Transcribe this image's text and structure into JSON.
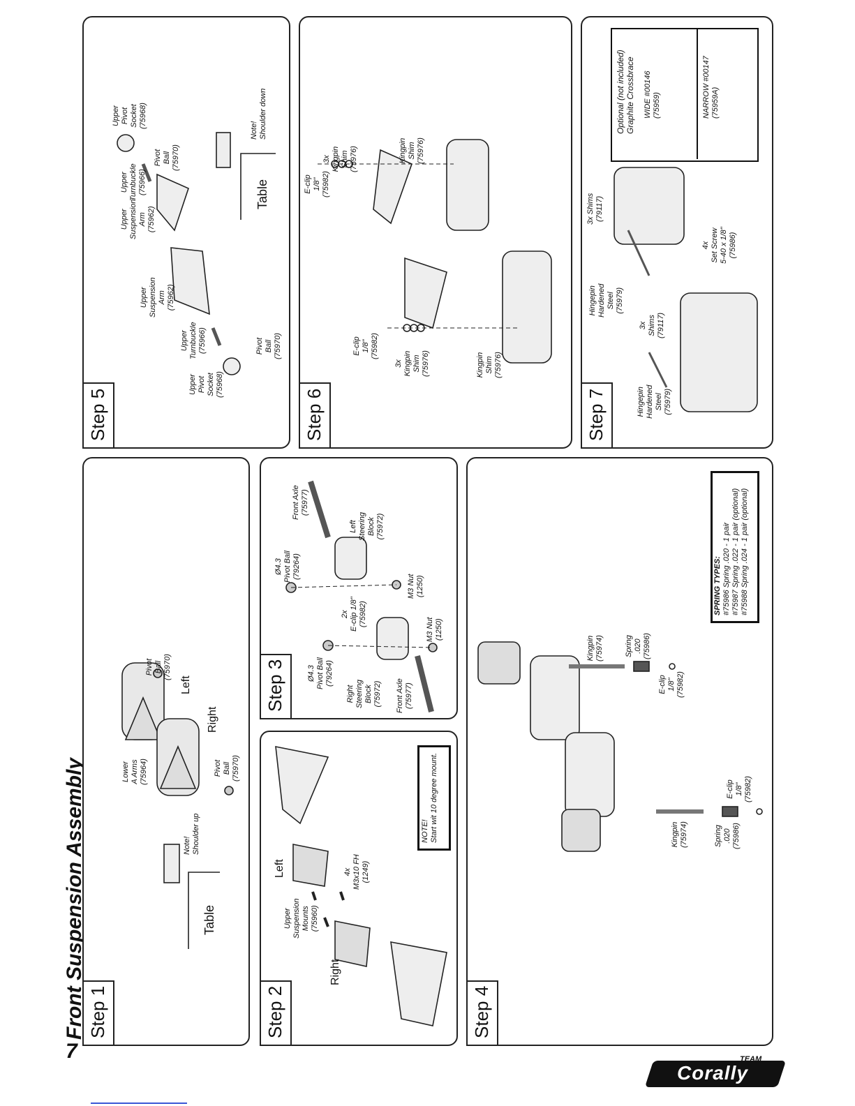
{
  "page": {
    "number": "7",
    "title": "Front Suspension Assembly",
    "brand": "Corally",
    "brand_tag": "TEAM"
  },
  "step1": {
    "label": "Step 1",
    "table": "Table",
    "note": "Note!\nShoulder up",
    "lower_arms": "Lower\nA Arms\n(75964)",
    "pivot_ball_a": "Pivot\nBall\n(75970)",
    "pivot_ball_b": "Pivot\nBall\n(75970)",
    "left": "Left",
    "right": "Right"
  },
  "step2": {
    "label": "Step 2",
    "upper_mounts": "Upper\nSuspension\nMounts\n(75960)",
    "screws": "4x\nM3x10 FH\n(1249)",
    "left": "Left",
    "right": "Right",
    "note": "NOTE!\nStart wit 10 degree mount."
  },
  "step3": {
    "label": "Step 3",
    "front_axle_a": "Front Axle\n(75977)",
    "right_block": "Right\nSteering\nBlock\n(75972)",
    "pivot_ball_a": "Ø4.3\nPivot Ball\n(79264)",
    "m3_nut_a": "M3 Nut\n(1250)",
    "eclip": "2x\nE-clip 1/8\"\n(75982)",
    "pivot_ball_b": "Ø4.3\nPivot Ball\n(79264)",
    "m3_nut_b": "M3 Nut\n(1250)",
    "left_block": "Left\nSteering\nBlock\n(75972)",
    "front_axle_b": "Front Axle\n(75977)"
  },
  "step4": {
    "label": "Step 4",
    "kingpin_a": "Kingpin\n(75974)",
    "spring_a": "Spring\n.020\n(75986)",
    "eclip_a": "E-clip\n1/8\"\n(75982)",
    "kingpin_b": "Kingpin\n(75974)",
    "spring_b": "Spring\n.020\n(75986)",
    "eclip_b": "E-clip\n1/8\"\n(75982)",
    "spring_types": {
      "heading": "SPRING TYPES:",
      "lines": [
        "#75986 Spring .020 - 1 pair",
        "#75987 Spring .022 - 1 pair (optional)",
        "#75988 Spring .024 - 1 pair (optional)"
      ]
    }
  },
  "step5": {
    "label": "Step 5",
    "upper_socket_a": "Upper\nPivot\nSocket\n(75968)",
    "upper_turnbuckle_a": "Upper\nTurnbuckle\n(75966)",
    "upper_arm_a": "Upper\nSuspension\nArm\n(75962)",
    "pivot_ball_a": "Pivot\nBall\n(75970)",
    "upper_arm_b": "Upper\nSuspension\nArm\n(75962)",
    "upper_turnbuckle_b": "Upper\nTurnbuckle\n(75966)",
    "pivot_ball_b": "Pivot\nBall\n(75970)",
    "upper_socket_b": "Upper\nPivot\nSocket\n(75968)",
    "table": "Table",
    "note": "Note!\nShoulder down"
  },
  "step6": {
    "label": "Step 6",
    "eclip_a": "E-clip\n1/8\"\n(75982)",
    "kingpin_shim_a": "3x\nKingpin\nShim\n(75976)",
    "kingpin_shim_b": "Kingpin\nShim\n(75976)",
    "eclip_b": "E-clip\n1/8\"\n(75982)",
    "kingpin_shim_c": "3x\nKingpin\nShim\n(75976)",
    "kingpin_shim_d": "Kingpin\nShim\n(75976)"
  },
  "step7": {
    "label": "Step 7",
    "hingepin_a": "Hingepin\nHardened\nSteel\n(75979)",
    "shims_a": "3x\nShims\n(79117)",
    "hingepin_b": "Hingepin\nHardened\nSteel\n(75979)",
    "shims_b": "3x Shims\n(79117)",
    "set_screw": "4x\nSet Screw\n5-40 x 1/8\"\n(75986)",
    "optional_heading": "Optional (not included)\nGraphite Crossbrace",
    "wide": "WIDE #00146\n(75959)",
    "narrow": "NARROW #00147\n(75959A)"
  }
}
